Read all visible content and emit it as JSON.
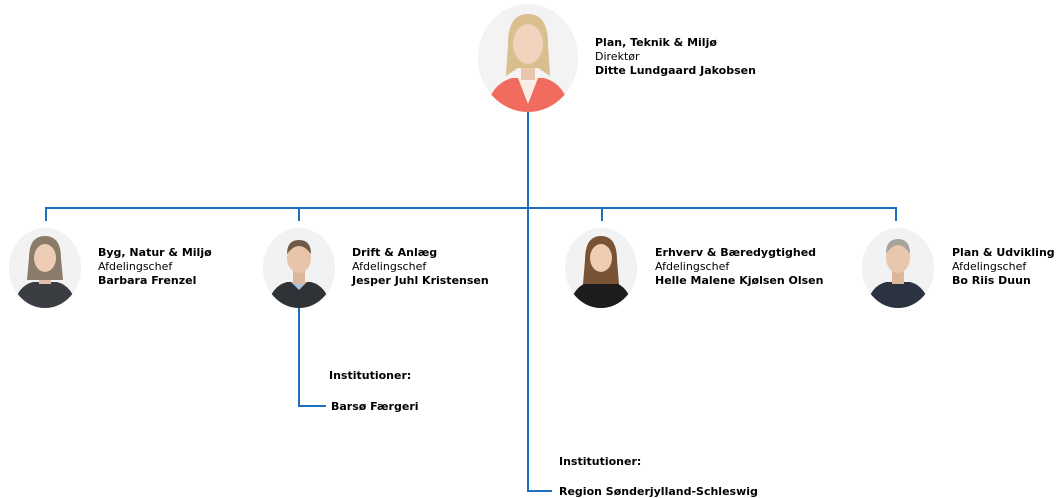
{
  "director": {
    "department": "Plan, Teknik & Miljø",
    "title": "Direktør",
    "name": "Ditte Lundgaard Jakobsen"
  },
  "managers": [
    {
      "department": "Byg, Natur & Miljø",
      "title": "Afdelingschef",
      "name": "Barbara Frenzel"
    },
    {
      "department": "Drift & Anlæg",
      "title": "Afdelingschef",
      "name": "Jesper Juhl Kristensen"
    },
    {
      "department": "Erhverv & Bæredygtighed",
      "title": "Afdelingschef",
      "name": "Helle Malene Kjølsen Olsen"
    },
    {
      "department": "Plan & Udvikling",
      "title": "Afdelingschef",
      "name": "Bo Riis Duun"
    }
  ],
  "drift_institutions": {
    "heading": "Institutioner:",
    "item": "Barsø Færgeri"
  },
  "director_institutions": {
    "heading": "Institutioner:",
    "item": "Region Sønderjylland-Schleswig"
  },
  "colors": {
    "connector": "#1f6fbf"
  }
}
